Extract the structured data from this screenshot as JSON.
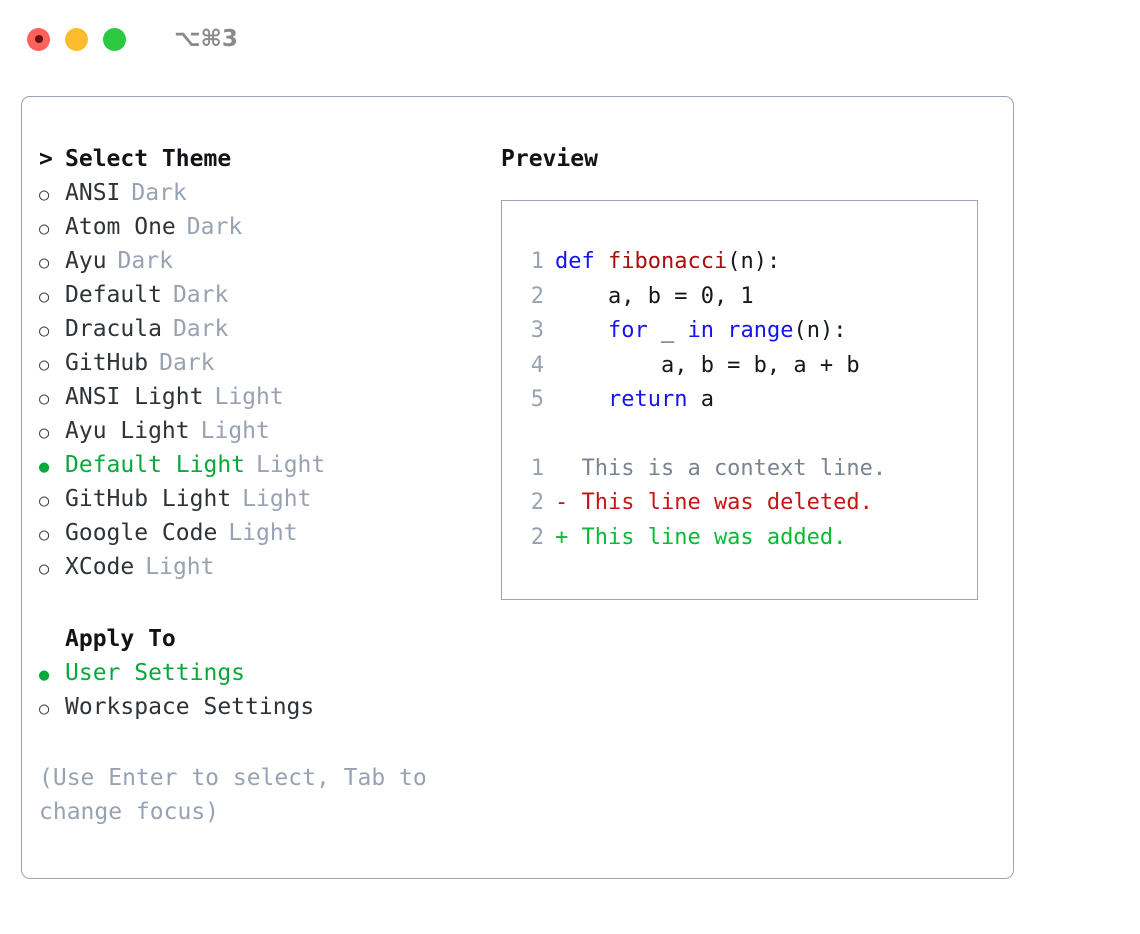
{
  "titlebar": {
    "shortcut": "⌥⌘3",
    "buttons": [
      {
        "name": "close",
        "color": "#fc615d"
      },
      {
        "name": "minimize",
        "color": "#fdbc2e"
      },
      {
        "name": "maximize",
        "color": "#2bc940"
      }
    ]
  },
  "theme_list": {
    "header": {
      "caret": ">",
      "label": "Select Theme"
    },
    "items": [
      {
        "marker": "○",
        "label": "ANSI",
        "tag": "Dark",
        "selected": false
      },
      {
        "marker": "○",
        "label": "Atom One",
        "tag": "Dark",
        "selected": false
      },
      {
        "marker": "○",
        "label": "Ayu",
        "tag": "Dark",
        "selected": false
      },
      {
        "marker": "○",
        "label": "Default",
        "tag": "Dark",
        "selected": false
      },
      {
        "marker": "○",
        "label": "Dracula",
        "tag": "Dark",
        "selected": false
      },
      {
        "marker": "○",
        "label": "GitHub",
        "tag": "Dark",
        "selected": false
      },
      {
        "marker": "○",
        "label": "ANSI Light",
        "tag": "Light",
        "selected": false
      },
      {
        "marker": "○",
        "label": "Ayu Light",
        "tag": "Light",
        "selected": false
      },
      {
        "marker": "●",
        "label": "Default Light",
        "tag": "Light",
        "selected": true
      },
      {
        "marker": "○",
        "label": "GitHub Light",
        "tag": "Light",
        "selected": false
      },
      {
        "marker": "○",
        "label": "Google Code",
        "tag": "Light",
        "selected": false
      },
      {
        "marker": "○",
        "label": "XCode",
        "tag": "Light",
        "selected": false
      }
    ]
  },
  "apply_to": {
    "header": "Apply To",
    "items": [
      {
        "marker": "●",
        "label": "User Settings",
        "selected": true
      },
      {
        "marker": "○",
        "label": "Workspace Settings",
        "selected": false
      }
    ]
  },
  "hint": "(Use Enter to select, Tab to change focus)",
  "preview": {
    "title": "Preview",
    "code_lines": [
      {
        "no": "1",
        "tokens": [
          {
            "t": "def ",
            "c": "kw"
          },
          {
            "t": "fibonacci",
            "c": "fn"
          },
          {
            "t": "(n):",
            "c": "pl"
          }
        ]
      },
      {
        "no": "2",
        "tokens": [
          {
            "t": "    a, b = 0, 1",
            "c": "pl"
          }
        ]
      },
      {
        "no": "3",
        "tokens": [
          {
            "t": "    ",
            "c": "pl"
          },
          {
            "t": "for",
            "c": "kw"
          },
          {
            "t": " _ ",
            "c": "pl"
          },
          {
            "t": "in",
            "c": "kw"
          },
          {
            "t": " ",
            "c": "pl"
          },
          {
            "t": "range",
            "c": "kw"
          },
          {
            "t": "(n):",
            "c": "pl"
          }
        ]
      },
      {
        "no": "4",
        "tokens": [
          {
            "t": "        a, b = b, a + b",
            "c": "pl"
          }
        ]
      },
      {
        "no": "5",
        "tokens": [
          {
            "t": "    ",
            "c": "pl"
          },
          {
            "t": "return",
            "c": "kw"
          },
          {
            "t": " a",
            "c": "pl"
          }
        ]
      }
    ],
    "diff_lines": [
      {
        "no": "1",
        "kind": "ctx",
        "text": "  This is a context line."
      },
      {
        "no": "2",
        "kind": "del",
        "text": "- This line was deleted."
      },
      {
        "no": "2",
        "kind": "add",
        "text": "+ This line was added."
      }
    ]
  },
  "colors": {
    "accent_green": "#07a93c",
    "border": "#9aa5b5",
    "muted": "#98a2b3",
    "keyword": "#1414ee",
    "function": "#aa0d0d",
    "diff_delete": "#c81414",
    "diff_add": "#0aba36"
  }
}
